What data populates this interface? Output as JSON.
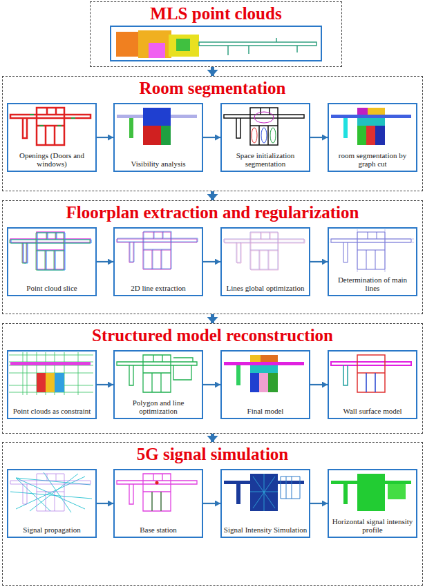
{
  "diagram": {
    "nodes": [
      {
        "text": [
          "MLS point clouds"
        ]
      },
      {
        "text": [
          "Room segmentation"
        ]
      },
      {
        "text": [
          "Openings (Doors and windows)"
        ],
        "in": 1
      },
      {
        "text": [
          "Visibility analysis"
        ],
        "in": 1
      },
      {
        "text": [
          "Space initialization segmentation"
        ],
        "in": 1
      },
      {
        "text": [
          "room segmentation by graph cut"
        ],
        "in": 1
      },
      {
        "text": [
          "Floorplan extraction and regularization"
        ]
      },
      {
        "text": [
          "Point cloud slice"
        ],
        "in": 6
      },
      {
        "text": [
          "2D line extraction"
        ],
        "in": 6
      },
      {
        "text": [
          "Lines global optimization"
        ],
        "in": 6
      },
      {
        "text": [
          "Determination of main lines"
        ],
        "in": 6
      },
      {
        "text": [
          "Structured model reconstruction"
        ]
      },
      {
        "text": [
          "Point clouds as constraint"
        ],
        "in": 11
      },
      {
        "text": [
          "Polygon and line optimization"
        ],
        "in": 11
      },
      {
        "text": [
          "Final model"
        ],
        "in": 11
      },
      {
        "text": [
          "Wall surface model"
        ],
        "in": 11
      },
      {
        "text": [
          "5G signal simulation"
        ]
      },
      {
        "text": [
          "Signal propagation"
        ],
        "in": 16
      },
      {
        "text": [
          "Base station"
        ],
        "in": 16
      },
      {
        "text": [
          "Signal Intensity Simulation"
        ],
        "in": 16
      },
      {
        "text": [
          "Horizontal signal intensity profile"
        ],
        "in": 16
      }
    ],
    "edges": [
      {
        "from": 0,
        "to": 1,
        "arrow": "to"
      },
      {
        "from": 2,
        "to": 3,
        "arrow": "to"
      },
      {
        "from": 3,
        "to": 4,
        "arrow": "to"
      },
      {
        "from": 4,
        "to": 5,
        "arrow": "to"
      },
      {
        "from": 1,
        "to": 6,
        "arrow": "to"
      },
      {
        "from": 7,
        "to": 8,
        "arrow": "to"
      },
      {
        "from": 8,
        "to": 9,
        "arrow": "to"
      },
      {
        "from": 9,
        "to": 10,
        "arrow": "to"
      },
      {
        "from": 6,
        "to": 11,
        "arrow": "to"
      },
      {
        "from": 12,
        "to": 13,
        "arrow": "to"
      },
      {
        "from": 13,
        "to": 14,
        "arrow": "to"
      },
      {
        "from": 14,
        "to": 15,
        "arrow": "to"
      },
      {
        "from": 11,
        "to": 16,
        "arrow": "to"
      },
      {
        "from": 17,
        "to": 18,
        "arrow": "to"
      },
      {
        "from": 18,
        "to": 19,
        "arrow": "to"
      },
      {
        "from": 19,
        "to": 20,
        "arrow": "to"
      }
    ]
  }
}
